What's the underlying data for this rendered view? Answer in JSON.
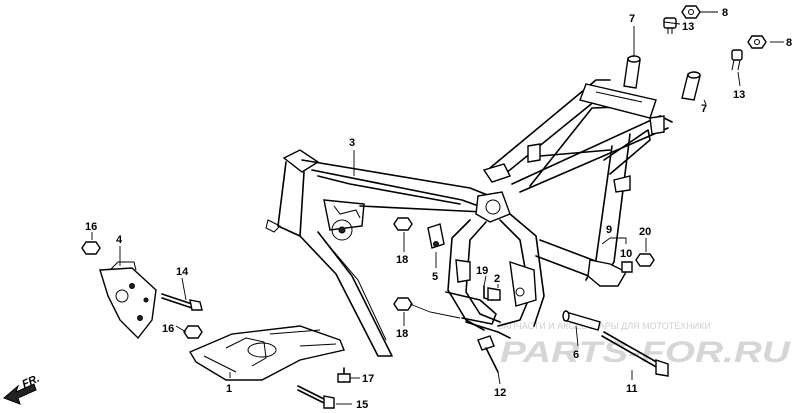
{
  "labels": {
    "l1": "1",
    "l2": "2",
    "l3": "3",
    "l4": "4",
    "l5": "5",
    "l6": "6",
    "l7a": "7",
    "l7b": "7",
    "l8a": "8",
    "l8b": "8",
    "l9": "9",
    "l10": "10",
    "l11": "11",
    "l12": "12",
    "l13a": "13",
    "l13b": "13",
    "l14": "14",
    "l15": "15",
    "l16a": "16",
    "l16b": "16",
    "l17": "17",
    "l18a": "18",
    "l18b": "18",
    "l19": "19",
    "l20": "20"
  },
  "direction_marker": "FR.",
  "watermark": {
    "tagline": "ЗАПЧАСТИ И АКСЕССУАРЫ ДЛЯ МОТОТЕХНИКИ",
    "brand": "PARTS-FOR.RU"
  }
}
